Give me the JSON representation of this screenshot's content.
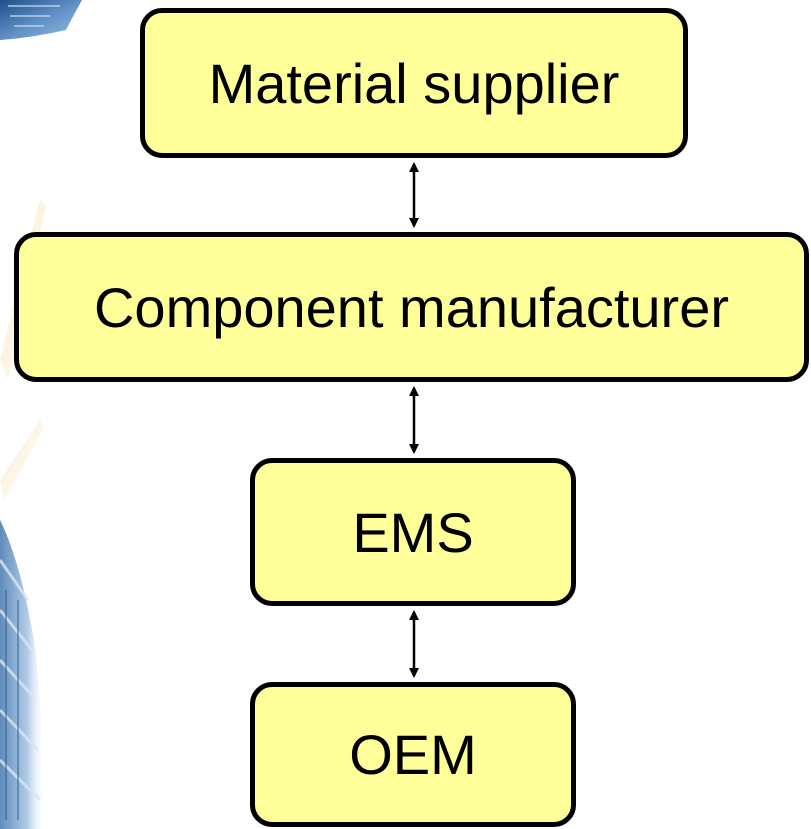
{
  "diagram": {
    "nodes": [
      {
        "id": "material",
        "label": "Material supplier"
      },
      {
        "id": "component",
        "label": "Component manufacturer"
      },
      {
        "id": "ems",
        "label": "EMS"
      },
      {
        "id": "oem",
        "label": "OEM"
      }
    ],
    "edges": [
      {
        "from": "material",
        "to": "component",
        "direction": "bidirectional"
      },
      {
        "from": "component",
        "to": "ems",
        "direction": "bidirectional"
      },
      {
        "from": "ems",
        "to": "oem",
        "direction": "bidirectional"
      }
    ],
    "colors": {
      "node_fill": "#ffff99",
      "node_border": "#000000",
      "arrow": "#000000",
      "background": "#ffffff"
    }
  }
}
